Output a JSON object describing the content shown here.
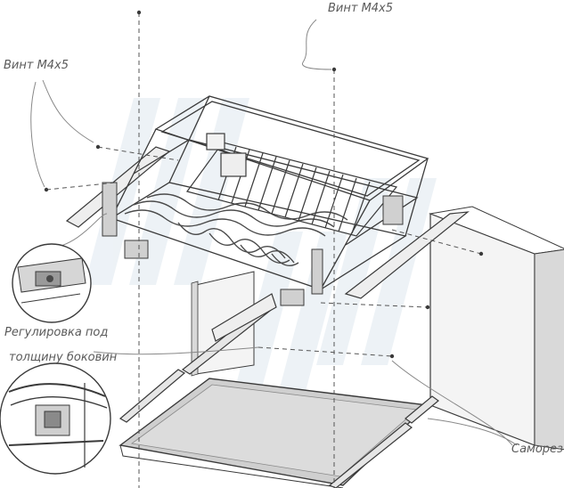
{
  "labels": {
    "screw_top": "Винт М4х5",
    "screw_left": "Винт М4х5",
    "adjust_line1": "Регулировка под",
    "adjust_line2": "толщину боковин",
    "self_tap": "Саморез"
  },
  "watermark": "",
  "colors": {
    "line": "#3a3a3a",
    "metal": "#5a5a5a",
    "panel_fill": "#f4f4f4",
    "panel_edge": "#d9d9d9",
    "tray_fill": "#cfcfcf",
    "guide": "#8a8a8a",
    "callout_text": "#5a5a5a",
    "watermark": "#dfe8f0"
  }
}
